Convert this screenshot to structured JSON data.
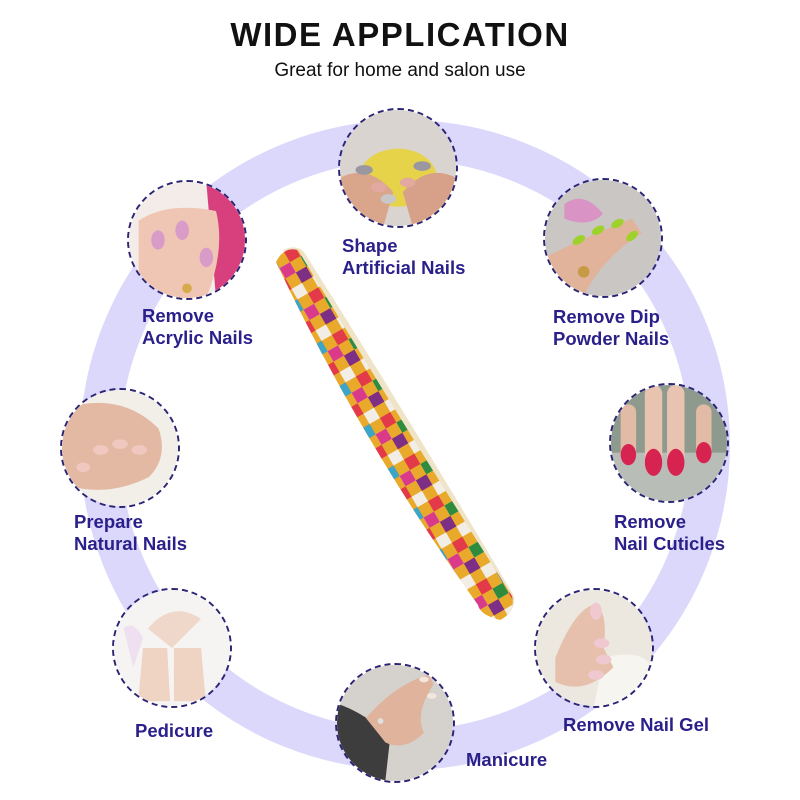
{
  "header": {
    "title": "WIDE APPLICATION",
    "subtitle": "Great for home and salon use"
  },
  "colors": {
    "ring": "#dcd8fb",
    "label_text": "#2b1f8a",
    "bubble_border": "#2b2475",
    "title_text": "#111111"
  },
  "applications": [
    {
      "id": "shape-artificial-nails",
      "lines": [
        "Shape",
        "Artificial Nails"
      ],
      "photo": "hands-holding-yellow-mug-pastel-nails"
    },
    {
      "id": "remove-dip-powder-nails",
      "lines": [
        "Remove Dip",
        "Powder Nails"
      ],
      "photo": "hand-lime-green-nails"
    },
    {
      "id": "remove-nail-cuticles",
      "lines": [
        "Remove",
        "Nail Cuticles"
      ],
      "photo": "fingers-red-love-nails"
    },
    {
      "id": "remove-nail-gel",
      "lines": [
        "Remove Nail Gel"
      ],
      "photo": "hand-french-manicure"
    },
    {
      "id": "manicure",
      "lines": [
        "Manicure"
      ],
      "photo": "hand-with-ring-sweater"
    },
    {
      "id": "pedicure",
      "lines": [
        "Pedicure"
      ],
      "photo": "hands-on-feet-orchid"
    },
    {
      "id": "prepare-natural-nails",
      "lines": [
        "Prepare",
        "Natural Nails"
      ],
      "photo": "hand-natural-nails"
    },
    {
      "id": "remove-acrylic-nails",
      "lines": [
        "Remove",
        "Acrylic Nails"
      ],
      "photo": "hand-pink-shimmer-nails"
    }
  ],
  "product": {
    "name": "colorful-checkered-boomerang-nail-file"
  }
}
